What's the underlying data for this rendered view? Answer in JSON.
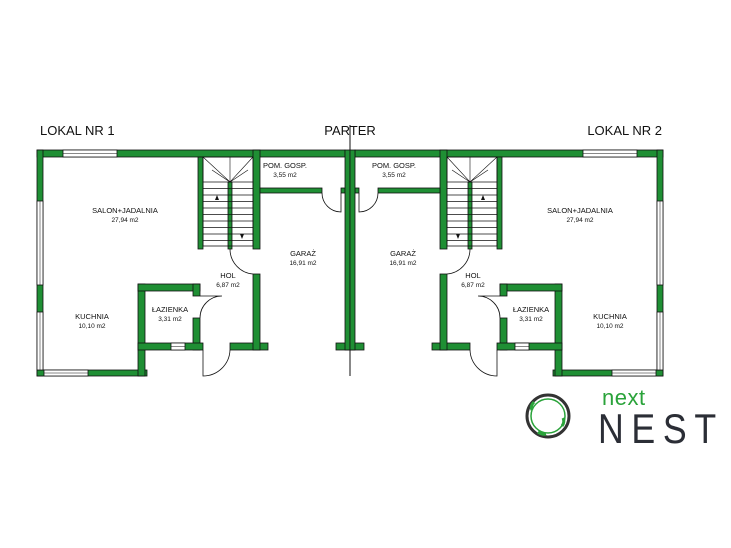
{
  "titles": {
    "left": "LOKAL NR 1",
    "center": "PARTER",
    "right": "LOKAL NR 2"
  },
  "rooms_left": [
    {
      "name": "SALON+JADALNIA",
      "area": "27,94 m2"
    },
    {
      "name": "KUCHNIA",
      "area": "10,10 m2"
    },
    {
      "name": "ŁAZIENKA",
      "area": "3,31 m2"
    },
    {
      "name": "HOL",
      "area": "6,87 m2"
    },
    {
      "name": "GARAŻ",
      "area": "16,91 m2"
    },
    {
      "name": "POM. GOSP.",
      "area": "3,55 m2"
    }
  ],
  "rooms_right": [
    {
      "name": "SALON+JADALNIA",
      "area": "27,94 m2"
    },
    {
      "name": "KUCHNIA",
      "area": "10,10 m2"
    },
    {
      "name": "ŁAZIENKA",
      "area": "3,31 m2"
    },
    {
      "name": "HOL",
      "area": "6,87 m2"
    },
    {
      "name": "GARAŻ",
      "area": "16,91 m2"
    },
    {
      "name": "POM. GOSP.",
      "area": "3,55 m2"
    }
  ],
  "logo": {
    "top": "next",
    "bottom": "NEST"
  },
  "colors": {
    "wall": "#1f8f34",
    "outline": "#111111",
    "logo_green": "#2aa33a",
    "logo_dark": "#2b2e36"
  }
}
